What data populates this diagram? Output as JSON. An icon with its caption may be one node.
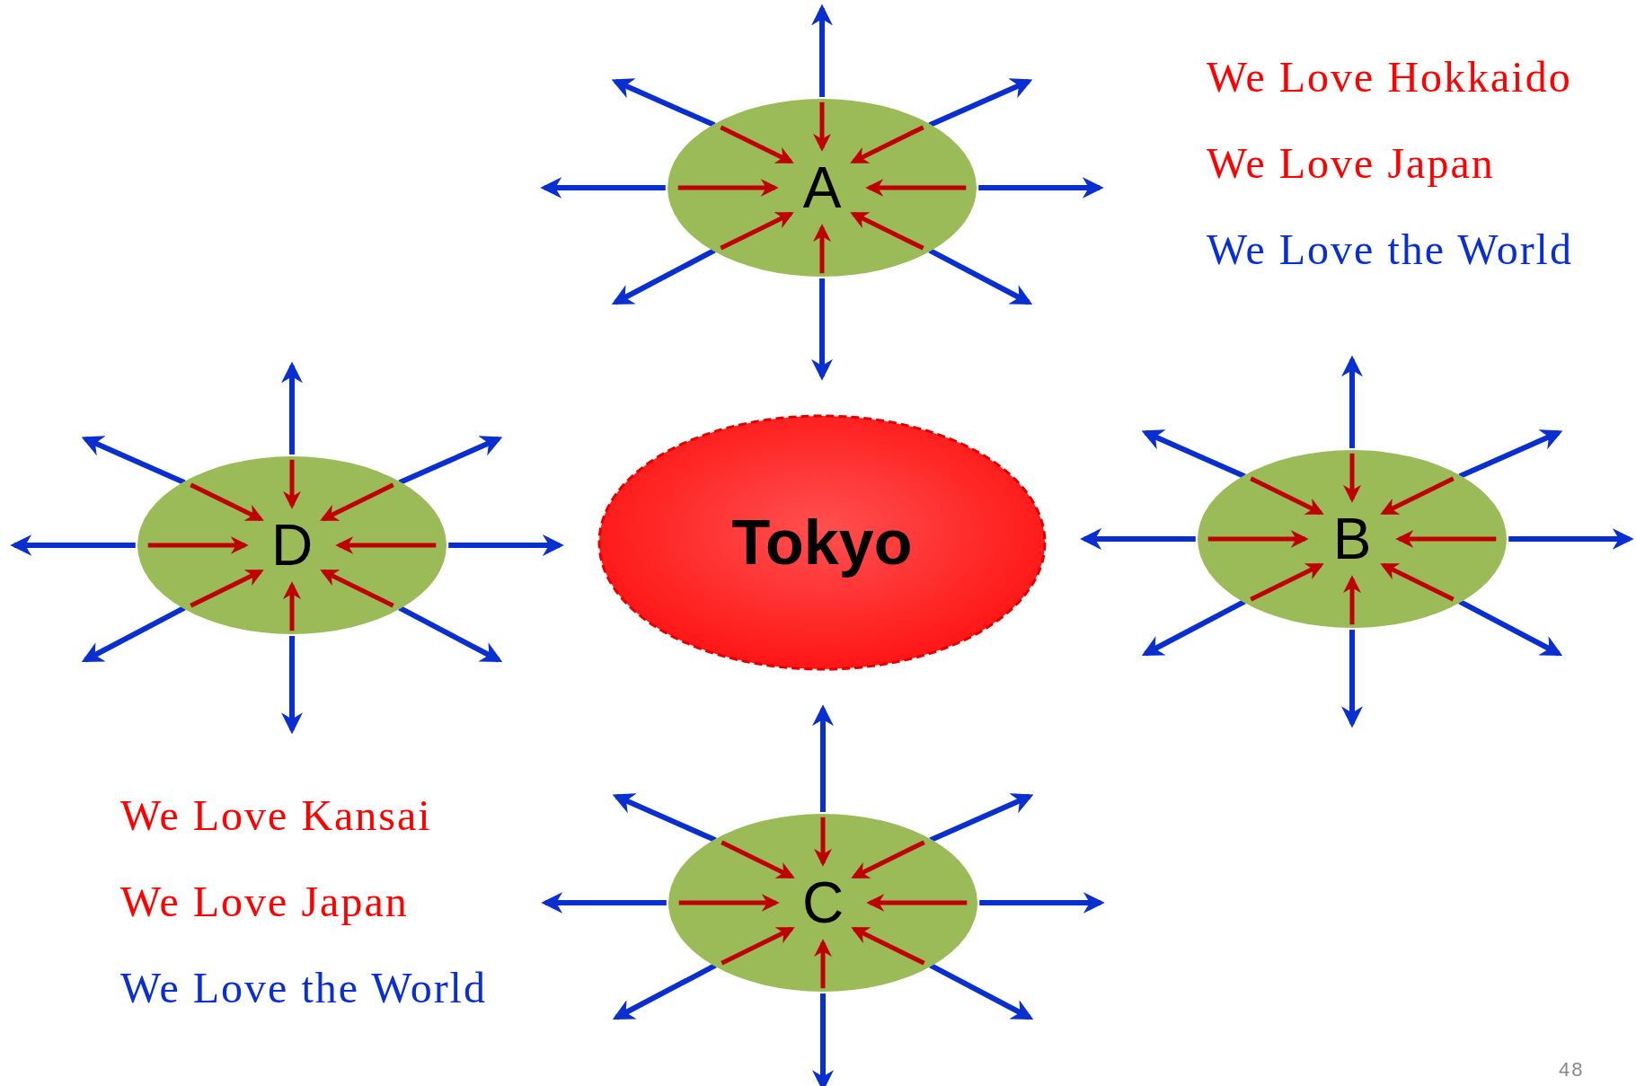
{
  "diagram": {
    "nodes": [
      {
        "text": [
          "A"
        ]
      },
      {
        "text": [
          "Tokyo"
        ]
      },
      {
        "text": [
          "D"
        ]
      },
      {
        "text": [
          "B"
        ]
      },
      {
        "text": [
          "C"
        ]
      }
    ],
    "edges": [
      {
        "from": 0,
        "to": null,
        "arrow": "to"
      },
      {
        "from": 0,
        "to": null,
        "arrow": "to"
      },
      {
        "from": 0,
        "to": null,
        "arrow": "to"
      },
      {
        "from": 0,
        "to": null,
        "arrow": "to"
      },
      {
        "from": 0,
        "to": 1,
        "arrow": "to"
      },
      {
        "from": 0,
        "to": null,
        "arrow": "to"
      },
      {
        "from": 0,
        "to": null,
        "arrow": "to"
      },
      {
        "from": 0,
        "to": null,
        "arrow": "to"
      },
      {
        "from": 2,
        "to": null,
        "arrow": "to"
      },
      {
        "from": 2,
        "to": null,
        "arrow": "to"
      },
      {
        "from": 2,
        "to": 1,
        "arrow": "to"
      },
      {
        "from": 2,
        "to": null,
        "arrow": "to"
      },
      {
        "from": 2,
        "to": null,
        "arrow": "to"
      },
      {
        "from": 2,
        "to": null,
        "arrow": "to"
      },
      {
        "from": 2,
        "to": null,
        "arrow": "to"
      },
      {
        "from": 2,
        "to": null,
        "arrow": "to"
      },
      {
        "from": 3,
        "to": null,
        "arrow": "to"
      },
      {
        "from": 3,
        "to": null,
        "arrow": "to"
      },
      {
        "from": 3,
        "to": null,
        "arrow": "to"
      },
      {
        "from": 3,
        "to": null,
        "arrow": "to"
      },
      {
        "from": 3,
        "to": null,
        "arrow": "to"
      },
      {
        "from": 3,
        "to": null,
        "arrow": "to"
      },
      {
        "from": 3,
        "to": 1,
        "arrow": "to"
      },
      {
        "from": 3,
        "to": null,
        "arrow": "to"
      },
      {
        "from": 4,
        "to": 1,
        "arrow": "to"
      },
      {
        "from": 4,
        "to": null,
        "arrow": "to"
      },
      {
        "from": 4,
        "to": null,
        "arrow": "to"
      },
      {
        "from": 4,
        "to": null,
        "arrow": "to"
      },
      {
        "from": 4,
        "to": null,
        "arrow": "to"
      },
      {
        "from": 4,
        "to": null,
        "arrow": "to"
      },
      {
        "from": 4,
        "to": null,
        "arrow": "to"
      },
      {
        "from": 4,
        "to": null,
        "arrow": "to"
      }
    ],
    "labels": [
      "We Love Hokkaido",
      "We Love Japan",
      "We Love the World",
      "We Love Kansai",
      "We Love Japan",
      "We Love the World",
      "48"
    ]
  }
}
